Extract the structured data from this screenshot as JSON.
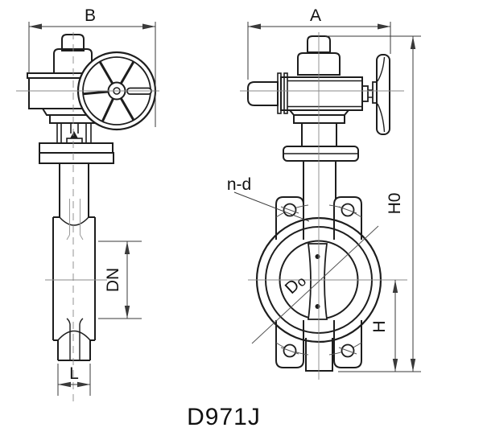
{
  "drawing": {
    "model_label": "D971J",
    "dimension_labels": {
      "left_view_width": "B",
      "right_view_width": "A",
      "nominal_diameter": "DN",
      "face_to_face_length": "L",
      "bolt_holes": "n-d",
      "disc_diameter_main": "D",
      "disc_diameter_sub": "o",
      "center_to_bottom_height": "H",
      "total_height": "H0"
    },
    "colors": {
      "outline": "#1d1d1d",
      "detail": "#333333",
      "centerline": "#888888",
      "dimension": "#3a3a3a",
      "text": "#111111",
      "background": "#ffffff"
    }
  }
}
